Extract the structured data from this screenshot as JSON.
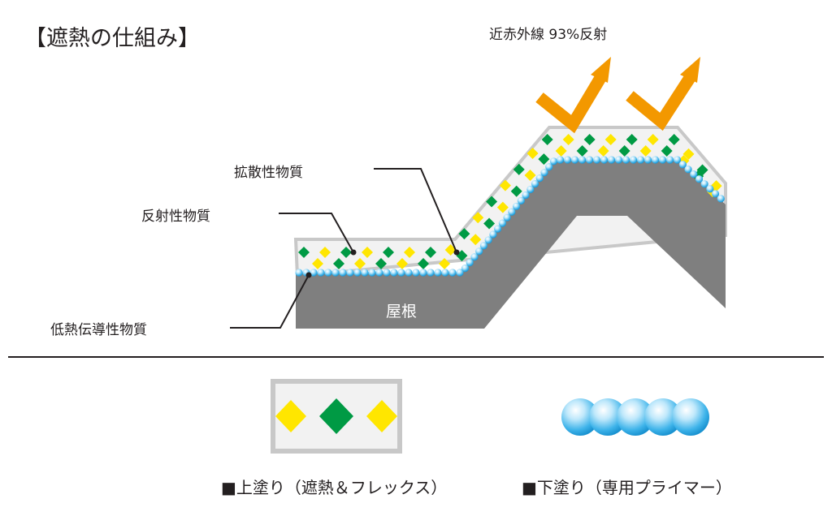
{
  "title": "【遮熱の仕組み】",
  "reflection_label": "近赤外線 93%反射",
  "labels": {
    "diffusive": "拡散性物質",
    "reflective": "反射性物質",
    "low_conductive": "低熱伝導性物質",
    "roof": "屋根"
  },
  "legend": {
    "top_coat": "■上塗り（遮熱＆フレックス）",
    "primer": "■下塗り（専用プライマー）"
  },
  "colors": {
    "roof": "#7f7f7f",
    "coat_border": "#c8c8c8",
    "coat_fill": "#f2f2f2",
    "diamond_yellow": "#ffe600",
    "diamond_green": "#009a44",
    "bead": "#3fb4ea",
    "arrow": "#f39800",
    "leader": "#231f20"
  },
  "icons": [
    "reflect-arrow-icon",
    "reflect-arrow-icon"
  ]
}
